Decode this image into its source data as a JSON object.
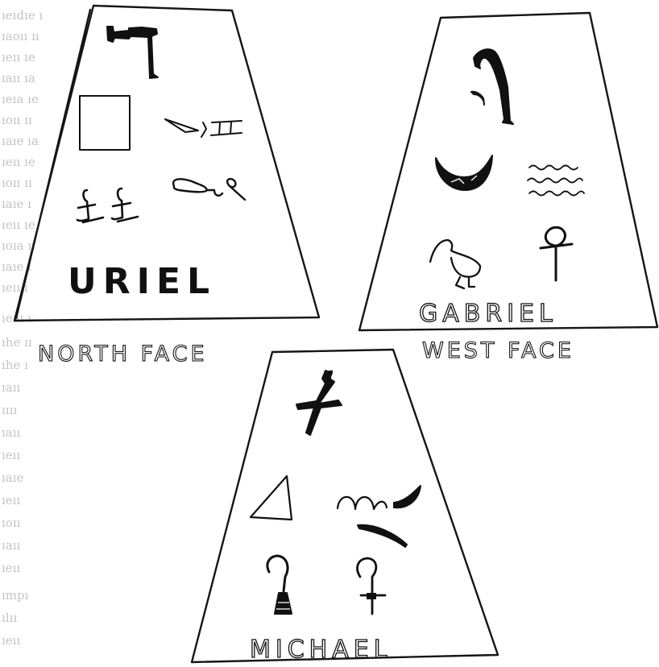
{
  "faces": {
    "north": {
      "name": "URIEL",
      "caption": "NORTH FACE"
    },
    "west": {
      "name": "GABRIEL",
      "caption": "WEST FACE"
    },
    "south": {
      "name": "MICHAEL"
    }
  },
  "glyph_icons": {
    "north": [
      "hook-staff-icon",
      "square-icon",
      "triangle-numeral-icon",
      "double-pound-icon",
      "reed-loop-icon"
    ],
    "west": [
      "curved-staff-icon",
      "crescent-bowl-icon",
      "water-lines-icon",
      "ibis-bird-icon",
      "ankh-icon"
    ],
    "south": [
      "forked-branch-icon",
      "triangle-icon",
      "double-loop-crescent-icon",
      "shepherd-crook-icon",
      "ankh-small-icon"
    ]
  },
  "colors": {
    "ink": "#111111",
    "paper": "#ffffff",
    "bleed": "#c4c4c4"
  }
}
